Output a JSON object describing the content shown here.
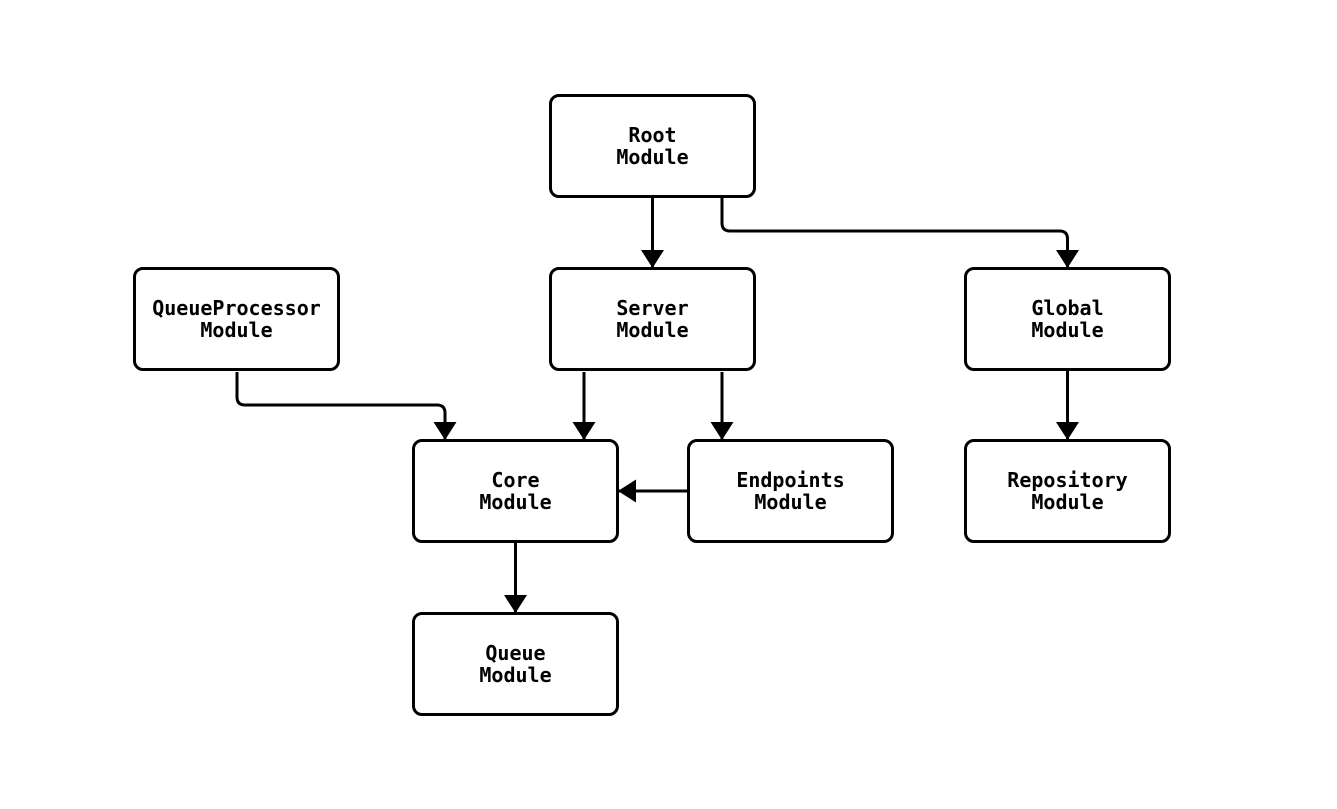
{
  "diagram": {
    "type": "module-dependency-graph",
    "background_color": "#ffffff",
    "stroke_color": "#000000",
    "node_fill_color": "#ffffff",
    "nodes": [
      {
        "id": "root",
        "line1": "Root",
        "line2": "Module"
      },
      {
        "id": "queue-processor",
        "line1": "QueueProcessor",
        "line2": "Module"
      },
      {
        "id": "server",
        "line1": "Server",
        "line2": "Module"
      },
      {
        "id": "global",
        "line1": "Global",
        "line2": "Module"
      },
      {
        "id": "core",
        "line1": "Core",
        "line2": "Module"
      },
      {
        "id": "endpoints",
        "line1": "Endpoints",
        "line2": "Module"
      },
      {
        "id": "repository",
        "line1": "Repository",
        "line2": "Module"
      },
      {
        "id": "queue",
        "line1": "Queue",
        "line2": "Module"
      }
    ],
    "edges": [
      {
        "from": "root",
        "to": "server"
      },
      {
        "from": "root",
        "to": "global"
      },
      {
        "from": "queue-processor",
        "to": "core"
      },
      {
        "from": "server",
        "to": "core"
      },
      {
        "from": "server",
        "to": "endpoints"
      },
      {
        "from": "endpoints",
        "to": "core"
      },
      {
        "from": "core",
        "to": "queue"
      },
      {
        "from": "global",
        "to": "repository"
      }
    ]
  }
}
